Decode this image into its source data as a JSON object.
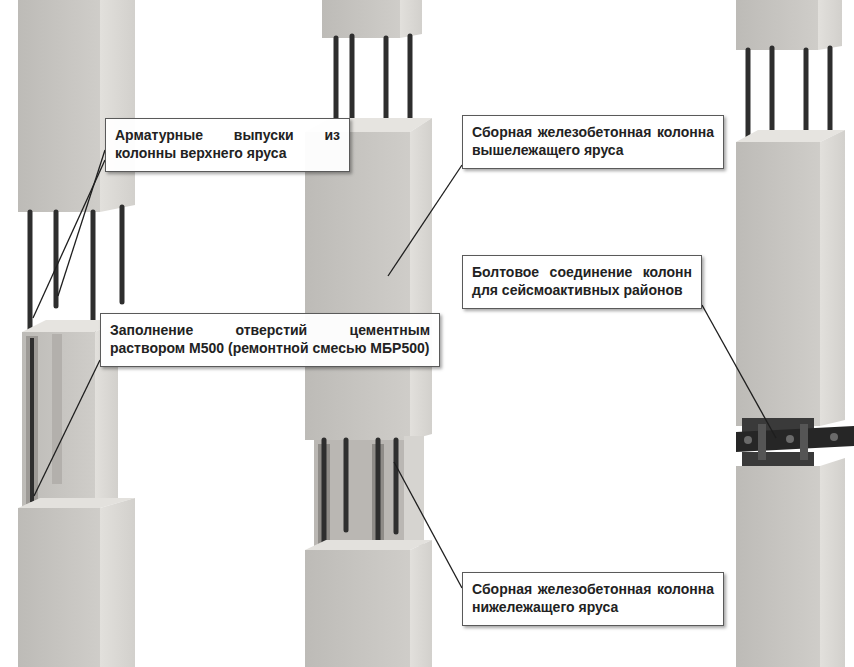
{
  "diagram": {
    "nodes": [
      {
        "text": [
          "Арматурные выпуски из колонны верхнего яруса"
        ]
      },
      {
        "text": [
          "Сборная железобетонная колонна вышележащего яруса"
        ]
      },
      {
        "text": [
          "Болтовое соединение колонн для сейсмоактивных районов"
        ]
      },
      {
        "text": [
          "Заполнение отверстий цементным раствором М500 (ремонтной смесью МБР500)"
        ]
      },
      {
        "text": [
          "Сборная железобетонная колонна нижележащего яруса"
        ]
      }
    ]
  }
}
